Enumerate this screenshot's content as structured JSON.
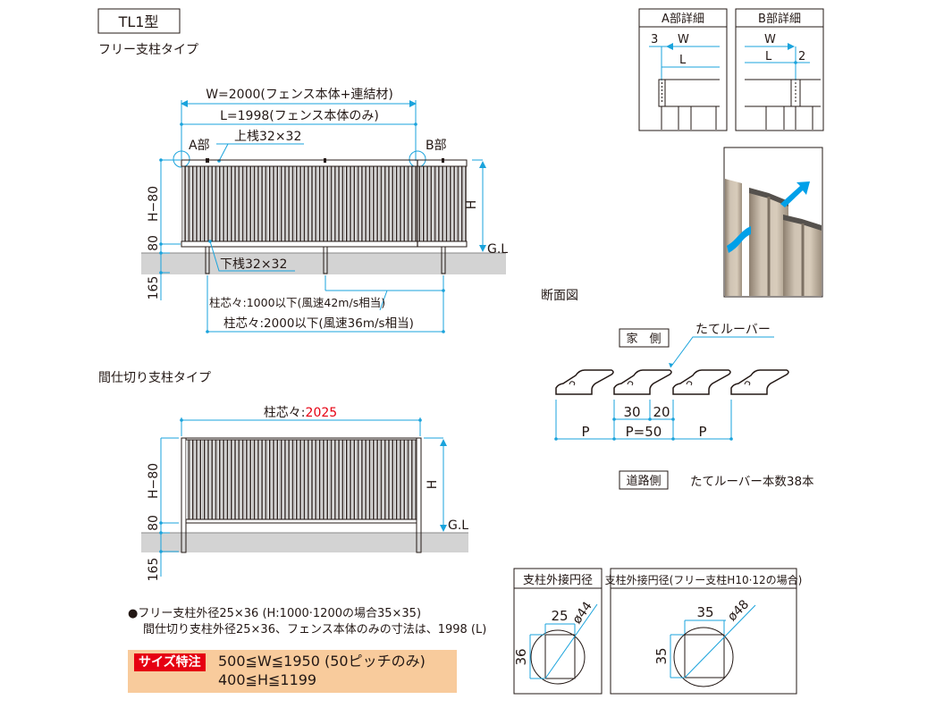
{
  "model_label": "TL1型",
  "free_post": {
    "title": "フリー支柱タイプ",
    "w_dim": "W=2000(フェンス本体+連結材)",
    "l_dim": "L=1998(フェンス本体のみ)",
    "a_part": "A部",
    "b_part": "B部",
    "top_rail": "上桟32×32",
    "bottom_rail": "下桟32×32",
    "h_minus": "H−80",
    "h_80": "80",
    "h_165": "165",
    "h": "H",
    "gl": "G.L",
    "pitch1": "柱芯々:1000以下(風速42m/s相当)",
    "pitch2": "柱芯々:2000以下(風速36m/s相当)"
  },
  "partition_post": {
    "title": "間仕切り支柱タイプ",
    "pitch_label": "柱芯々:",
    "pitch_value": "2025",
    "h_minus": "H−80",
    "h_80": "80",
    "h_165": "165",
    "h": "H",
    "gl": "G.L"
  },
  "detail_a": {
    "title": "A部詳細",
    "n3": "3",
    "w": "W",
    "l": "L"
  },
  "detail_b": {
    "title": "B部詳細",
    "w": "W",
    "l": "L",
    "n2": "2"
  },
  "section": {
    "title": "断面図",
    "house_side": "家　側",
    "louver": "たてルーバー",
    "d30": "30",
    "d20": "20",
    "p": "P",
    "p50": "P=50",
    "road_side": "道路側",
    "louver_count": "たてルーバー本数38本"
  },
  "circle1": {
    "title": "支柱外接円径",
    "w": "25",
    "h": "36",
    "d": "ø44"
  },
  "circle2": {
    "title": "支柱外接円径(フリー支柱H10·12の場合)",
    "w": "35",
    "h": "35",
    "d": "ø48"
  },
  "notes": {
    "line1": "●フリー支柱外径25×36 (H:1000·1200の場合35×35)",
    "line2": "間仕切り支柱外径25×36、フェンス本体のみの寸法は、1998 (L)"
  },
  "special_order": {
    "label": "サイズ特注",
    "line1": "500≦W≦1950 (50ピッチのみ)",
    "line2": "400≦H≦1199"
  },
  "colors": {
    "dimension": "#1aa3dc",
    "accent_red": "#e60012",
    "order_bg": "#f8cb9c",
    "ground": "#d3d3d3"
  }
}
